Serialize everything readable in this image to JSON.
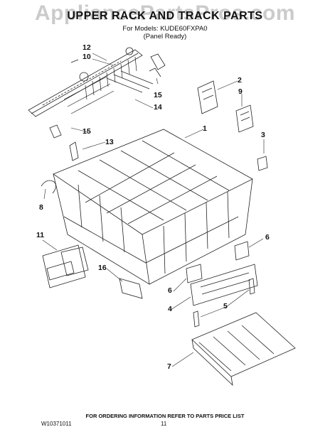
{
  "watermark": "AppliancePartsPros.com",
  "header": {
    "title": "UPPER RACK AND TRACK PARTS",
    "models": "For Models: KUDE60FXPA0",
    "variant": "(Panel Ready)"
  },
  "callouts": [
    "12",
    "10",
    "15",
    "14",
    "2",
    "9",
    "1",
    "15",
    "13",
    "3",
    "8",
    "11",
    "6",
    "16",
    "6",
    "4",
    "5",
    "7"
  ],
  "footer": {
    "note": "FOR ORDERING INFORMATION REFER TO PARTS PRICE LIST",
    "doc_code": "W10371011",
    "page": "11"
  }
}
